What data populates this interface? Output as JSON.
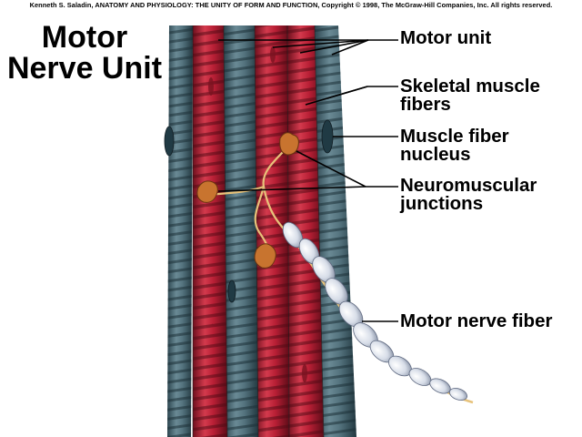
{
  "credit": "Kenneth S. Saladin, ANATOMY AND PHYSIOLOGY: THE UNITY OF FORM AND FUNCTION, Copyright © 1998, The McGraw-Hill Companies, Inc.  All rights reserved.",
  "title": {
    "line1": "Motor",
    "line2": "Nerve Unit"
  },
  "labels": {
    "motor_unit": "Motor unit",
    "skeletal_muscle_fibers": [
      "Skeletal muscle",
      "fibers"
    ],
    "muscle_fiber_nucleus": [
      "Muscle fiber",
      "nucleus"
    ],
    "neuromuscular_junctions": [
      "Neuromuscular",
      "junctions"
    ],
    "motor_nerve_fiber": "Motor nerve fiber"
  },
  "colors": {
    "motor_unit_fiber": "#b81f35",
    "other_fiber": "#4f6e79",
    "nerve": "#e7c27a",
    "junction": "#c8742f",
    "myelin": "#d7dde8"
  }
}
